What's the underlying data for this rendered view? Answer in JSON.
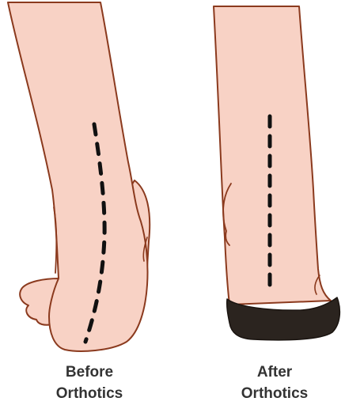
{
  "labels": {
    "before": {
      "line1": "Before",
      "line2": "Orthotics"
    },
    "after": {
      "line1": "After",
      "line2": "Orthotics"
    }
  },
  "colors": {
    "skin": "#f8d2c5",
    "outline": "#8b3a1e",
    "dash": "#111111",
    "insole": "#2b241f",
    "text": "#333333"
  },
  "icons": {
    "before_foot": "pronated-foot-illustration",
    "after_foot": "aligned-foot-with-orthotic-illustration"
  }
}
